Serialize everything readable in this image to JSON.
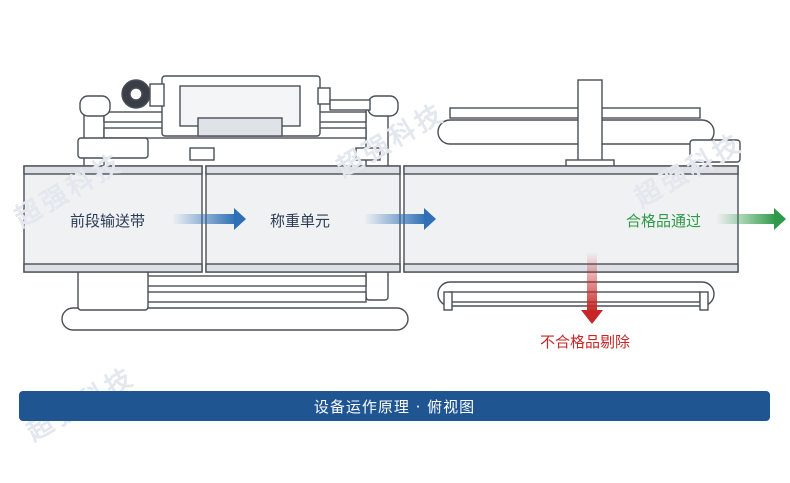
{
  "watermark_text": "超强科技",
  "labels": {
    "front_conveyor": "前段输送带",
    "weighing_unit": "称重单元",
    "pass": "合格品通过",
    "reject": "不合格品剔除"
  },
  "caption": "设备运作原理 · 俯视图",
  "colors": {
    "flow_blue": "#2f6fb5",
    "pass_green": "#2e9a48",
    "reject_red": "#c62828",
    "caption_bg": "#1f5591"
  }
}
